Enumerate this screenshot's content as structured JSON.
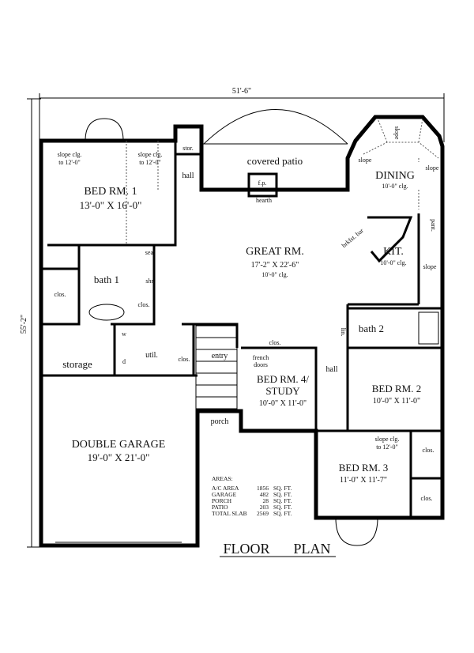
{
  "dimensions": {
    "width": "51'-6\"",
    "depth": "55'-2\""
  },
  "title": "FLOOR PLAN",
  "title_words": [
    "FLOOR",
    "PLAN"
  ],
  "rooms": {
    "bed1": {
      "name": "BED RM. 1",
      "size": "13'-0\" X 16'-0\""
    },
    "great": {
      "name": "GREAT RM.",
      "size": "17'-2\" X 22'-6\"",
      "ceiling": "10'-0\" clg."
    },
    "dining": {
      "name": "DINING",
      "ceiling": "10'-0\" clg."
    },
    "kitchen": {
      "name": "KIT.",
      "ceiling": "10'-0\" clg."
    },
    "patio": {
      "name": "covered patio"
    },
    "garage": {
      "name": "DOUBLE GARAGE",
      "size": "19'-0\" X 21'-0\""
    },
    "study": {
      "name_line1": "BED RM. 4/",
      "name_line2": "STUDY",
      "size": "10'-0\" X 11'-0\""
    },
    "bed2": {
      "name": "BED RM. 2",
      "size": "10'-0\" X 11'-0\""
    },
    "bed3": {
      "name": "BED RM. 3",
      "size": "11'-0\" X 11'-7\""
    }
  },
  "small_labels": {
    "slope_clg_1": "slope clg.",
    "to_12_1": "to 12'-0\"",
    "slope_clg_2": "slope clg.",
    "to_12_2": "to 12'-0\"",
    "slope_clg_3": "slope clg.",
    "to_12_3": "to 12'-0\"",
    "stor": "stor.",
    "hall1": "hall",
    "hall2": "hall",
    "fp": "f.p.",
    "hearth": "hearth",
    "slope_a": "slope",
    "slope_b": "slope",
    "slope_c": "slope",
    "slope_d": "slope",
    "bar": "brkfst. bar",
    "pant": "pant.",
    "bath1": "bath 1",
    "bath2": "bath 2",
    "seat": "seat",
    "shr": "shr.",
    "clos1": "clos.",
    "clos2": "clos.",
    "clos3": "clos.",
    "clos4": "clos.",
    "clos5": "clos.",
    "clos6": "clos.",
    "storage": "storage",
    "util": "util.",
    "w": "w",
    "d": "d",
    "entry": "entry",
    "porch": "porch",
    "french_doors_1": "french",
    "french_doors_2": "doors",
    "lin": "lin."
  },
  "areas": {
    "heading": "AREAS:",
    "rows": [
      {
        "label": "A/C AREA",
        "value": "1856",
        "unit": "SQ. FT."
      },
      {
        "label": "GARAGE",
        "value": "482",
        "unit": "SQ. FT."
      },
      {
        "label": "PORCH",
        "value": "28",
        "unit": "SQ. FT."
      },
      {
        "label": "PATIO",
        "value": "203",
        "unit": "SQ. FT."
      },
      {
        "label": "TOTAL SLAB",
        "value": "2569",
        "unit": "SQ. FT."
      }
    ]
  }
}
